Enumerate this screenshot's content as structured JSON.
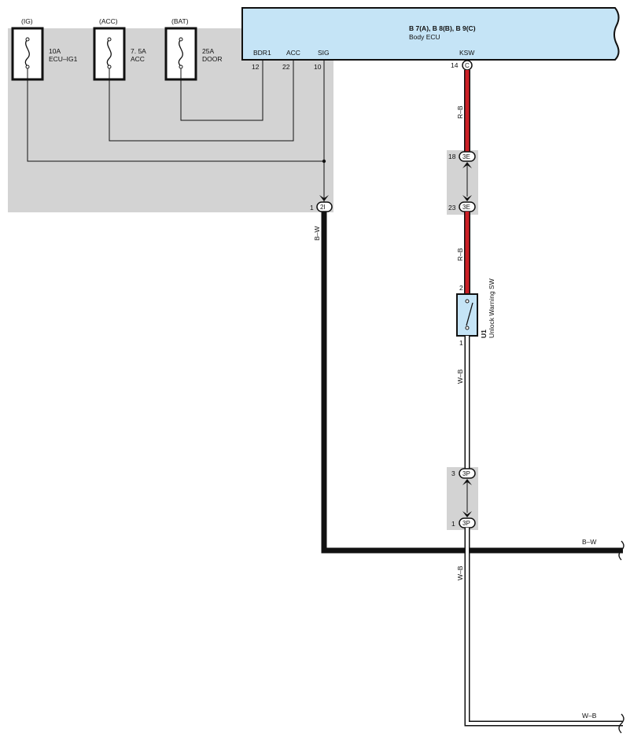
{
  "ecu": {
    "title": "B 7(A), B 8(B), B 9(C)",
    "name": "Body ECU",
    "pins": [
      {
        "label": "BDR1",
        "number": "12"
      },
      {
        "label": "ACC",
        "number": "22"
      },
      {
        "label": "SIG",
        "number": "10"
      },
      {
        "label": "KSW",
        "number": "14",
        "connector": "C"
      }
    ]
  },
  "fuses": [
    {
      "source": "(IG)",
      "rating": "10A",
      "name": "ECU–IG1"
    },
    {
      "source": "(ACC)",
      "rating": "7. 5A",
      "name": "ACC"
    },
    {
      "source": "(BAT)",
      "rating": "25A",
      "name": "DOOR"
    }
  ],
  "connectors": {
    "c2I": {
      "pin": "1",
      "id": "2I"
    },
    "c3E_top": {
      "pin": "18",
      "id": "3E"
    },
    "c3E_bottom": {
      "pin": "23",
      "id": "3E"
    },
    "c3P_top": {
      "pin": "3",
      "id": "3P"
    },
    "c3P_bottom": {
      "pin": "1",
      "id": "3P"
    }
  },
  "switch": {
    "code": "U1",
    "name": "Unlock Warning SW",
    "pin_top": "2",
    "pin_bottom": "1"
  },
  "wires": {
    "red_upper": "R–B",
    "red_lower": "R–B",
    "bw_vertical": "B–W",
    "wb_upper": "W–B",
    "wb_lower": "W–B",
    "bw_right": "B–W",
    "wb_right": "W–B"
  },
  "colors": {
    "panel_gray": "#d3d3d3",
    "ecu_fill": "#c5e4f6",
    "wire_red": "#cc1f26",
    "wire_black": "#111111"
  }
}
